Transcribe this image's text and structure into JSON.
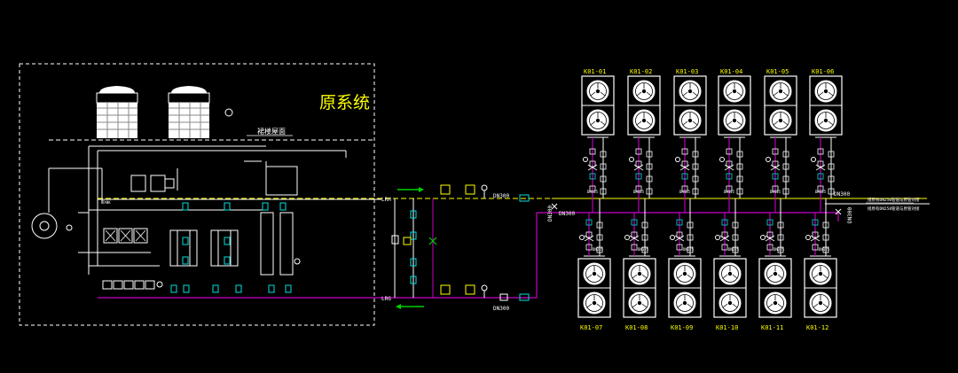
{
  "colors": {
    "background": "#000000",
    "white": "#ffffff",
    "yellow": "#ffff00",
    "magenta": "#c800c8",
    "cyan": "#00e0e0",
    "green": "#00d000",
    "gray": "#a0a0a0"
  },
  "system_title": "原系统",
  "roof_label": "裙楼屋面",
  "legend": {
    "supply": "LRH",
    "return": "LRG"
  },
  "pipe_labels": {
    "supply_main": "DN300",
    "return_main": "DN300",
    "riser": "DN300",
    "branch_vertical": "DN300",
    "right_end": "DN300",
    "right_drop": "DN300",
    "unit_branch": "DN125"
  },
  "right_note": "接原有DN250管道与原管对接",
  "units_top": [
    {
      "label": "K01-01"
    },
    {
      "label": "K01-02"
    },
    {
      "label": "K01-03"
    },
    {
      "label": "K01-04"
    },
    {
      "label": "K01-05"
    },
    {
      "label": "K01-06"
    }
  ],
  "units_bottom": [
    {
      "label": "K01-07"
    },
    {
      "label": "K01-08"
    },
    {
      "label": "K01-09"
    },
    {
      "label": "K01-10"
    },
    {
      "label": "K01-11"
    },
    {
      "label": "K01-12"
    }
  ]
}
